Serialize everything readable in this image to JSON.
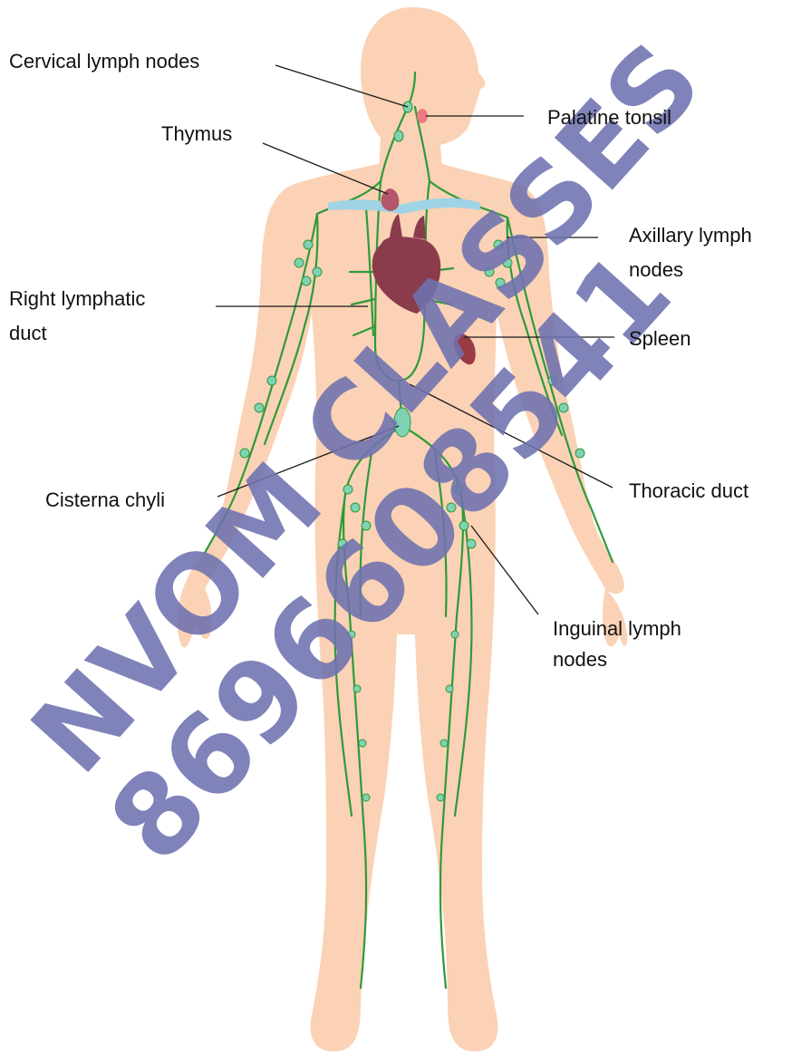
{
  "labels": {
    "cervical": "Cervical lymph nodes",
    "palatine": "Palatine tonsil",
    "thymus": "Thymus",
    "axillary_1": "Axillary lymph",
    "axillary_2": "nodes",
    "right_duct_1": "Right lymphatic",
    "right_duct_2": "duct",
    "spleen": "Spleen",
    "thoracic": "Thoracic duct",
    "cisterna": "Cisterna chyli",
    "inguinal_1": "Inguinal lymph",
    "inguinal_2": "nodes"
  },
  "watermark": {
    "line1": "NVOM CLASSES",
    "line2": "8696608541",
    "color": "#6e72b0"
  },
  "colors": {
    "skin": "#fbd2b5",
    "vessel": "#2f9a3a",
    "node": "#7fd2b4",
    "heart": "#8a3c4c",
    "thymus": "#b5566a",
    "spleen": "#9a3b43",
    "tonsil": "#e87b83",
    "vein": "#9fd3e6"
  }
}
